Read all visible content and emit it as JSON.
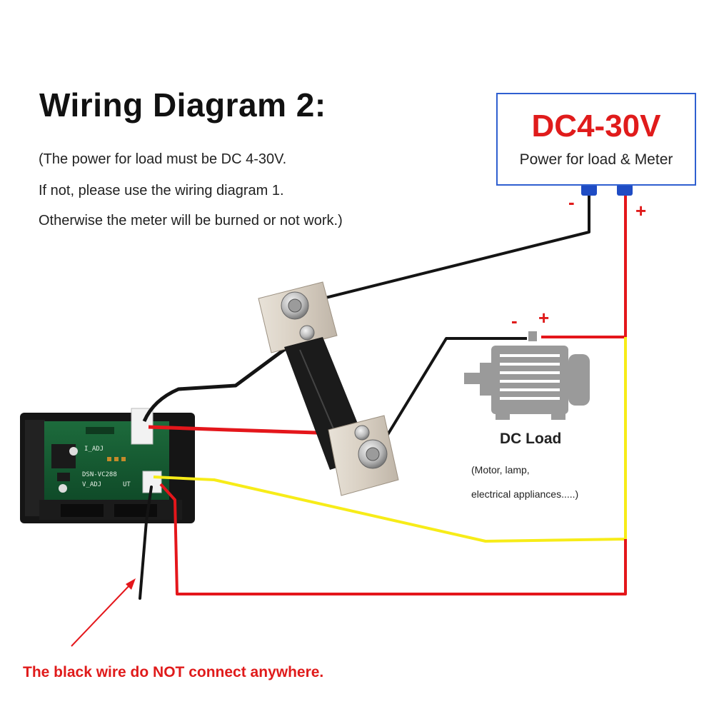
{
  "title": "Wiring Diagram 2:",
  "notes": [
    "(The power for load must be DC 4-30V.",
    "If not, please use the wiring diagram 1.",
    "Otherwise the meter will be burned or not work.)"
  ],
  "power_supply": {
    "voltage": "DC4-30V",
    "description": "Power for load & Meter",
    "negative_sign": "-",
    "positive_sign": "+"
  },
  "load": {
    "title": "DC Load",
    "description_line1": "(Motor, lamp,",
    "description_line2": "electrical appliances.....)",
    "negative_sign": "-",
    "positive_sign": "+"
  },
  "meter": {
    "board_label": "DSN-VC288",
    "trim_label_1": "I_ADJ",
    "trim_label_2": "V_ADJ",
    "terminal_label": "UT"
  },
  "warning": "The black wire do NOT connect anywhere.",
  "colors": {
    "wire_red": "#e4161b",
    "wire_black": "#141414",
    "wire_yellow": "#f7ec18",
    "accent_blue": "#2f5fd0",
    "warning_red": "#e01b1b"
  },
  "icons": [
    "power-supply-icon",
    "shunt-resistor-icon",
    "dc-motor-icon",
    "panel-meter-icon",
    "pointer-arrow-icon"
  ]
}
